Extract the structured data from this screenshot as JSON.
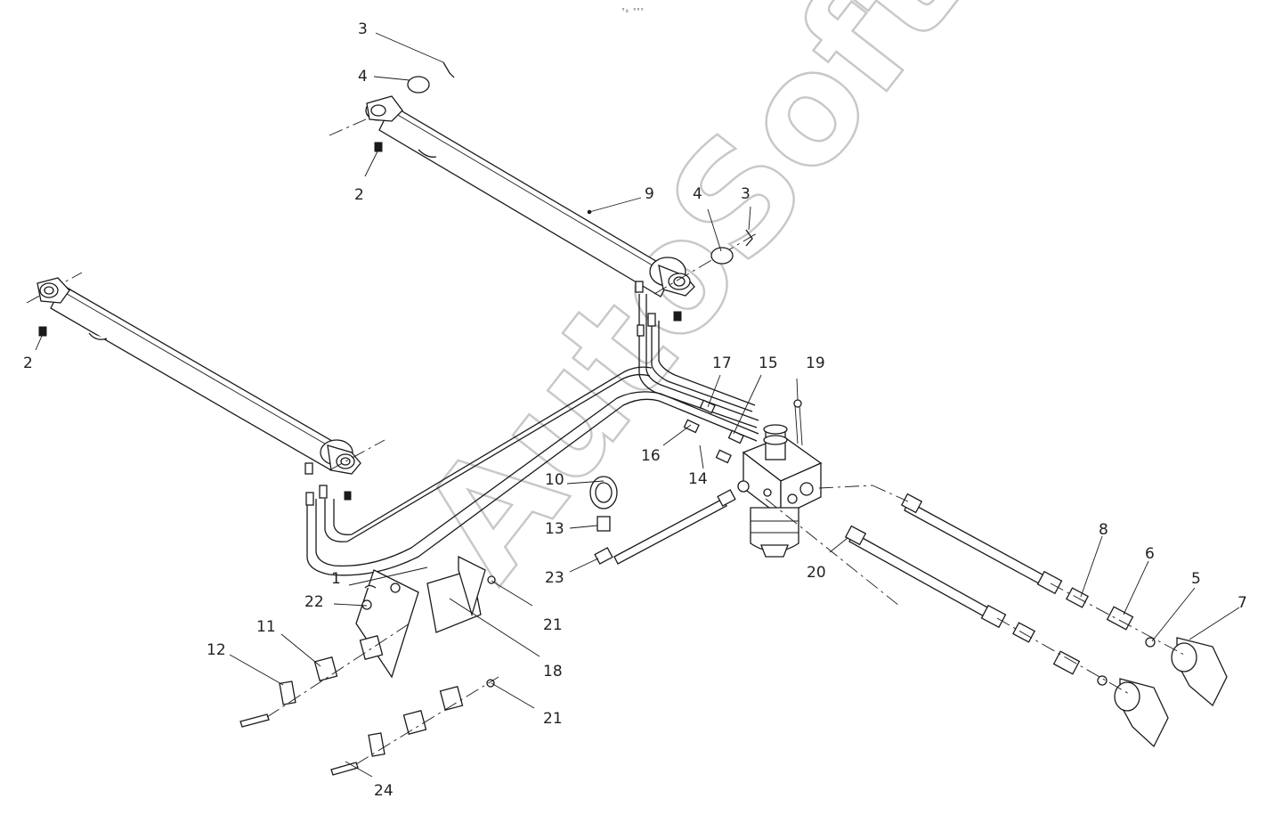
{
  "header": {
    "small_text": "⁰₀ ⁰⁰⁰"
  },
  "watermark": {
    "text": "AutoSoft"
  },
  "callouts": [
    "1",
    "2",
    "3",
    "4",
    "5",
    "6",
    "7",
    "8",
    "9",
    "10",
    "11",
    "12",
    "13",
    "14",
    "15",
    "16",
    "17",
    "18",
    "19",
    "20",
    "21",
    "22",
    "23",
    "24"
  ],
  "colors": {
    "line": "#1a1a1a",
    "background": "#ffffff",
    "watermark": "#c8c8c8"
  }
}
